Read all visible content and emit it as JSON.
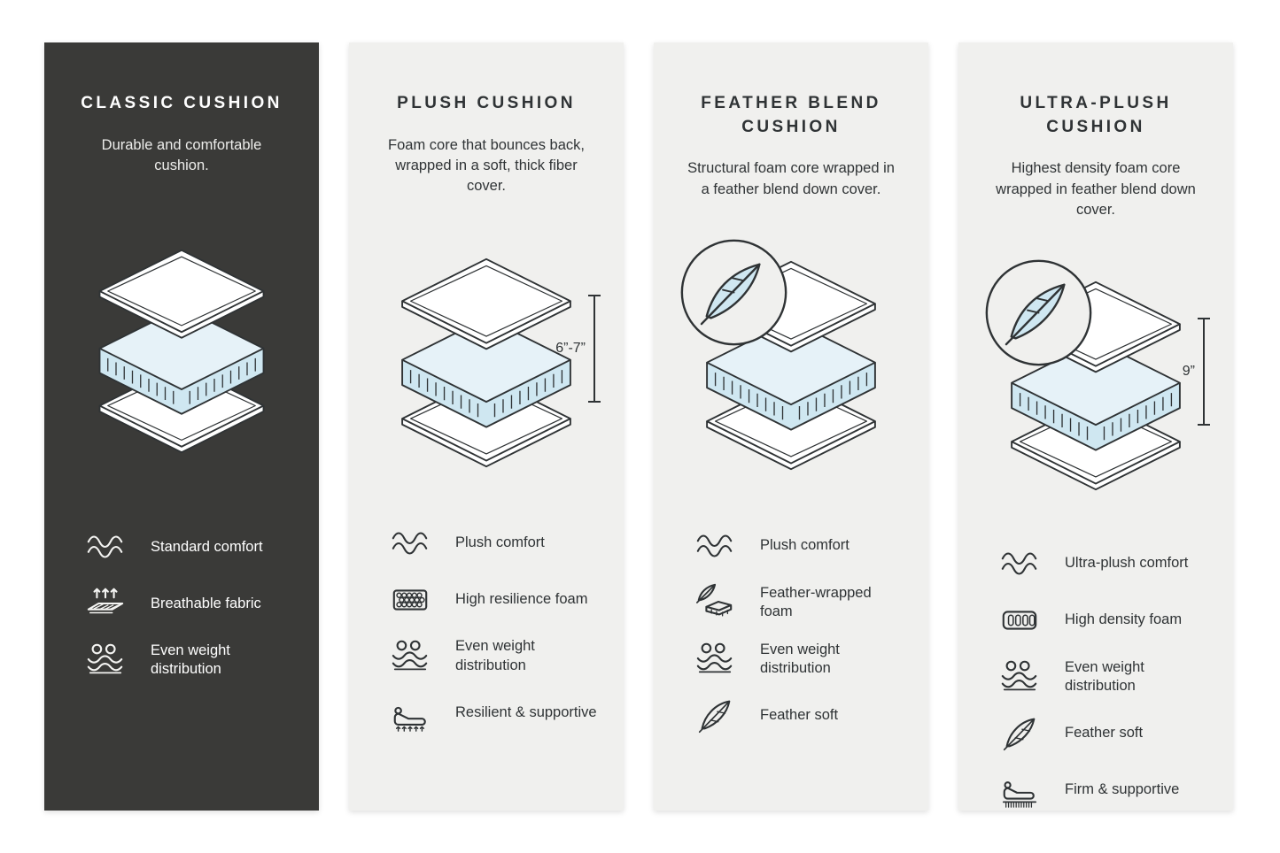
{
  "infographic": {
    "type": "cushion-comparison",
    "colors": {
      "background": "#FFFFFF",
      "dark_panel": "#3A3A38",
      "light_panel": "#F0F0EE",
      "outline": "#2F3335",
      "foam_blue": "#CFE7F1",
      "foam_blue_light": "#E6F2F8"
    }
  },
  "panels": [
    {
      "id": "classic-cushion",
      "theme": "dark",
      "title": "CLASSIC CUSHION",
      "description": "Durable and comfortable cushion.",
      "feather_badge": false,
      "features": [
        {
          "icon": "waves-icon",
          "label": "Standard comfort"
        },
        {
          "icon": "breathable-fabric-icon",
          "label": "Breathable fabric"
        },
        {
          "icon": "even-weight-icon",
          "label": "Even weight distribution"
        }
      ]
    },
    {
      "id": "plush-cushion",
      "theme": "light",
      "title": "PLUSH CUSHION",
      "description": "Foam core that bounces back, wrapped in a soft, thick fiber cover.",
      "height_label": "6”-7”",
      "feather_badge": false,
      "features": [
        {
          "icon": "waves-icon",
          "label": "Plush comfort"
        },
        {
          "icon": "resilience-foam-icon",
          "label": "High resilience foam"
        },
        {
          "icon": "even-weight-icon",
          "label": "Even weight distribution"
        },
        {
          "icon": "resilient-supportive-icon",
          "label": "Resilient & supportive"
        }
      ]
    },
    {
      "id": "feather-blend-cushion",
      "theme": "light",
      "title": "FEATHER BLEND CUSHION",
      "description": "Structural foam core wrapped in a feather blend down cover.",
      "feather_badge": true,
      "features": [
        {
          "icon": "waves-icon",
          "label": "Plush comfort"
        },
        {
          "icon": "feather-wrapped-foam-icon",
          "label": "Feather-wrapped foam"
        },
        {
          "icon": "even-weight-icon",
          "label": "Even weight distribution"
        },
        {
          "icon": "feather-icon",
          "label": "Feather soft"
        }
      ]
    },
    {
      "id": "ultra-plush-cushion",
      "theme": "light",
      "title": "ULTRA-PLUSH CUSHION",
      "description": "Highest density foam core wrapped in feather blend down cover.",
      "height_label": "9”",
      "feather_badge": true,
      "features": [
        {
          "icon": "waves-icon",
          "label": "Ultra-plush comfort"
        },
        {
          "icon": "density-foam-icon",
          "label": "High density foam"
        },
        {
          "icon": "even-weight-icon",
          "label": "Even weight distribution"
        },
        {
          "icon": "feather-icon",
          "label": "Feather soft"
        },
        {
          "icon": "firm-supportive-icon",
          "label": "Firm & supportive"
        }
      ]
    }
  ]
}
